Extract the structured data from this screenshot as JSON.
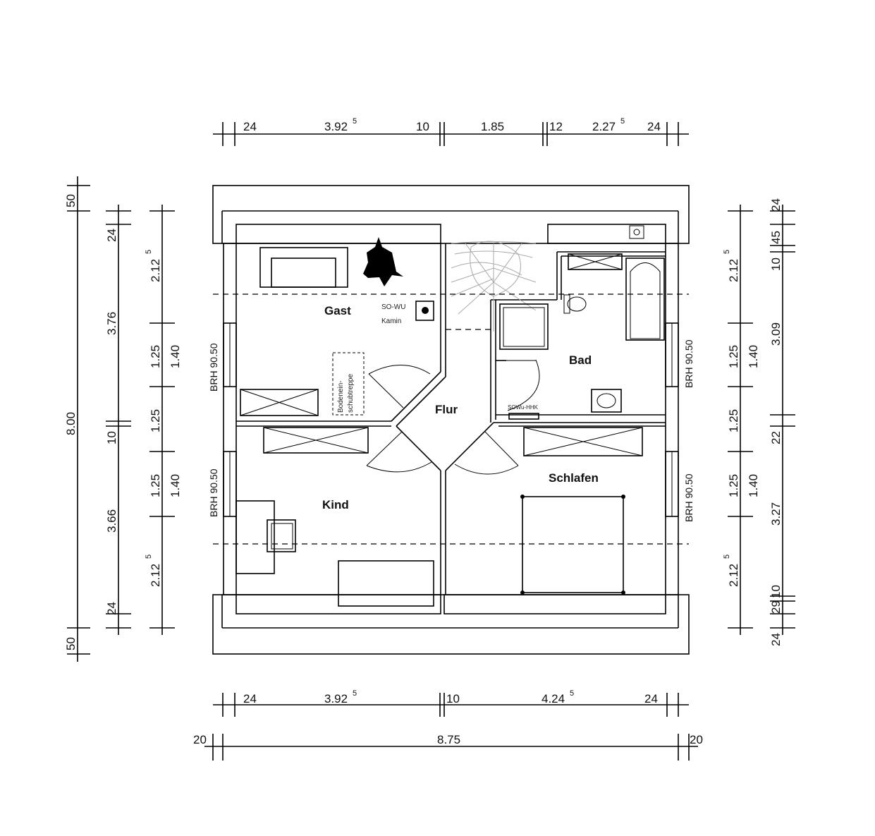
{
  "rooms": {
    "gast": "Gast",
    "flur": "Flur",
    "bad": "Bad",
    "kind": "Kind",
    "schlafen": "Schlafen"
  },
  "labels": {
    "kamin_1": "SO-WU",
    "kamin_2": "Kamin",
    "hatch_1": "Bodenein-",
    "hatch_2": "schubtreppe",
    "heater": "SOWu-HHK"
  },
  "brh": {
    "left_top": "BRH 90.50",
    "left_bottom": "BRH 90.50",
    "right_top": "BRH 90.50",
    "right_bottom": "BRH 90.50"
  },
  "dims_top": [
    "24",
    "3.92",
    "5",
    "10",
    "1.85",
    "12",
    "2.27",
    "5",
    "24"
  ],
  "dims_bottom": [
    "24",
    "3.92",
    "5",
    "10",
    "4.24",
    "5",
    "24"
  ],
  "dims_total": [
    "20",
    "8.75",
    "20"
  ],
  "dims_left_outer": [
    "50",
    "8.00",
    "50"
  ],
  "dims_left_mid": [
    "24",
    "3.76",
    "10",
    "3.66",
    "24"
  ],
  "dims_left_inner": [
    "2.12",
    "5",
    "1.25",
    "1.40",
    "1.25",
    "1.25",
    "1.40",
    "2.12",
    "5"
  ],
  "dims_right_inner": [
    "2.12",
    "5",
    "1.25",
    "1.40",
    "1.25",
    "1.25",
    "1.40",
    "2.12",
    "5"
  ],
  "dims_right_outer": [
    "24",
    "45",
    "10",
    "3.09",
    "22",
    "3.27",
    "29",
    "10",
    "24"
  ]
}
